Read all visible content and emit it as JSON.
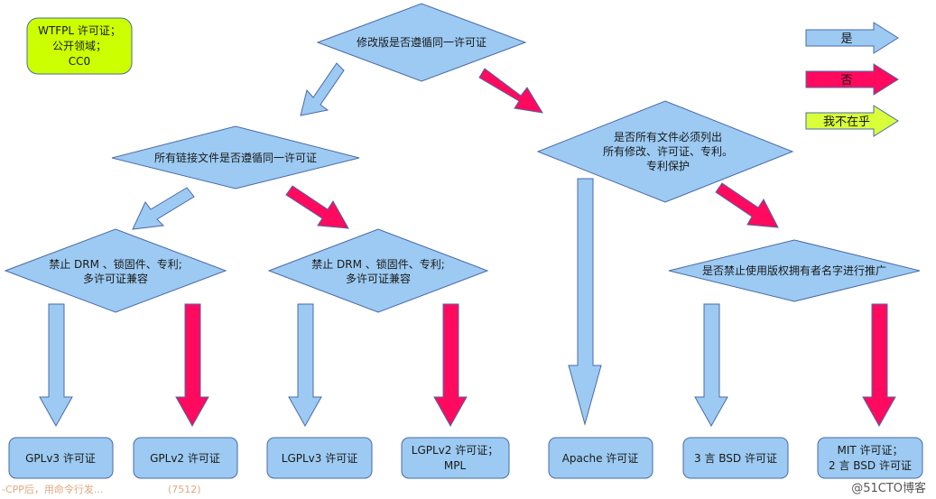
{
  "colors": {
    "yes": "#9ccaf2",
    "no": "#ff0a5e",
    "dontcare": "#d9ff3a",
    "stroke": "#4a6aa8",
    "diamond": "#9ccaf2",
    "box": "#9ccaf2",
    "note": "#ccff00"
  },
  "note": {
    "line1": "WTFPL 许可证；",
    "line2": "公开领域；",
    "line3": "CC0"
  },
  "legend": {
    "yes": "是",
    "no": "否",
    "dontcare": "我不在乎"
  },
  "decisions": {
    "d1": "修改版是否遵循同一许可证",
    "d2": "所有链接文件是否遵循同一许可证",
    "d3": {
      "line1": "是否所有文件必须列出",
      "line2": "所有修改、许可证、专利。",
      "line3": "专利保护"
    },
    "d4": {
      "line1": "禁止 DRM 、锁固件、专利;",
      "line2": "多许可证兼容"
    },
    "d5": {
      "line1": "禁止 DRM 、锁固件、专利;",
      "line2": "多许可证兼容"
    },
    "d6": "是否禁止使用版权拥有者名字进行推广"
  },
  "licenses": {
    "gplv3": "GPLv3 许可证",
    "gplv2": "GPLv2 许可证",
    "lgplv3": "LGPLv3 许可证",
    "lgplv2": {
      "line1": "LGPLv2 许可证；",
      "line2": "MPL"
    },
    "apache": "Apache 许可证",
    "bsd3": "3 言 BSD 许可证",
    "mit": {
      "line1": "MIT 许可证；",
      "line2": "2 言 BSD 许可证"
    }
  },
  "watermark": "@51CTO博客",
  "ghost_text": {
    "left": "-CPP后，用命令行发...",
    "right": "(7512)"
  }
}
